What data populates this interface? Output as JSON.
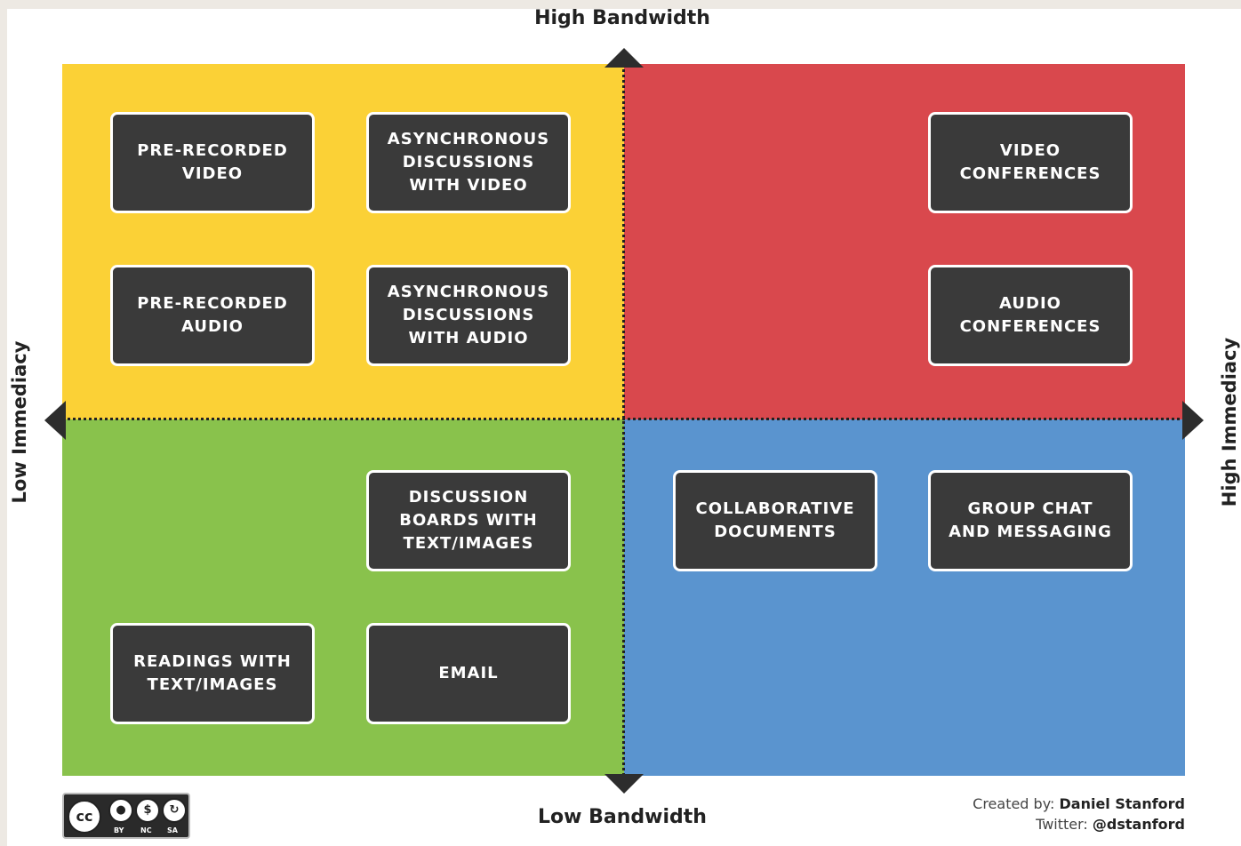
{
  "axes": {
    "top": "High Bandwidth",
    "bottom": "Low Bandwidth",
    "left": "Low Immediacy",
    "right": "High Immediacy"
  },
  "colors": {
    "yellow": "#fbd136",
    "red": "#d9484d",
    "green": "#89c24c",
    "blue": "#5a94cf",
    "box": "#3a3a3a"
  },
  "boxes": [
    "PRE-RECORDED\nVIDEO",
    "ASYNCHRONOUS\nDISCUSSIONS\nWITH VIDEO",
    "PRE-RECORDED\nAUDIO",
    "ASYNCHRONOUS\nDISCUSSIONS\nWITH AUDIO",
    "VIDEO\nCONFERENCES",
    "AUDIO\nCONFERENCES",
    "DISCUSSION\nBOARDS WITH\nTEXT/IMAGES",
    "READINGS WITH\nTEXT/IMAGES",
    "EMAIL",
    "COLLABORATIVE\nDOCUMENTS",
    "GROUP CHAT\nAND MESSAGING"
  ],
  "credits": {
    "created_prefix": "Created by: ",
    "author": "Daniel Stanford",
    "twitter_prefix": "Twitter: ",
    "handle": "@dstanford"
  },
  "license": {
    "cc": "cc",
    "by": "BY",
    "nc": "NC",
    "sa": "SA"
  }
}
